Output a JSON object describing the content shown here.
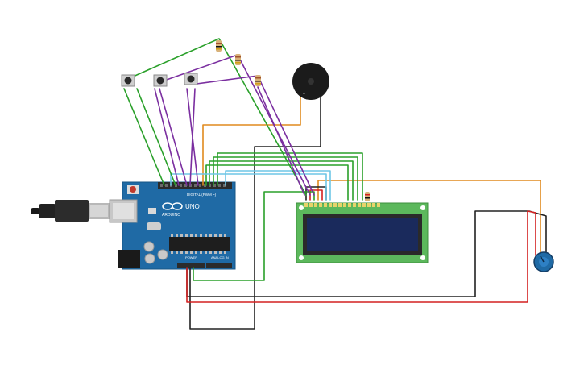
{
  "colors": {
    "background": "#ffffff",
    "board": "#1f6aa5",
    "board_dark": "#175585",
    "header": "#2b2b2b",
    "lcd_pcb": "#5cb85c",
    "lcd_screen": "#1a2a5c",
    "wire_green": "#2aa02a",
    "wire_purple": "#7b2fa0",
    "wire_orange": "#e08a1e",
    "wire_black": "#222222",
    "wire_red": "#d42020",
    "wire_cyan": "#6ec6e6",
    "buzzer": "#1b1b1b",
    "pot": "#1f6aa5"
  },
  "arduino": {
    "logo_text": "ARDUINO",
    "model_text": "UNO",
    "digital_label": "DIGITAL (PWM ~)",
    "power_label": "POWER",
    "analog_label": "ANALOG IN"
  },
  "components": {
    "usb_cable": "usb-cable",
    "buttons": [
      "pushbutton-1",
      "pushbutton-2",
      "pushbutton-3"
    ],
    "resistors": [
      "resistor-1",
      "resistor-2",
      "resistor-3",
      "resistor-lcd"
    ],
    "buzzer": "piezo-buzzer",
    "lcd": "lcd-16x2",
    "potentiometer": "potentiometer"
  }
}
